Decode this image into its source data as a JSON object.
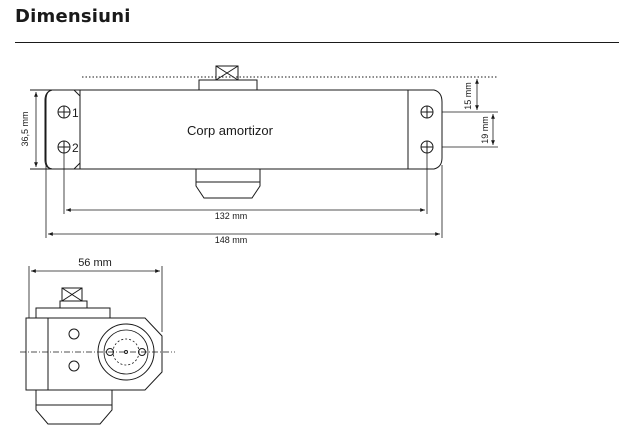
{
  "title": "Dimensiuni",
  "front_view": {
    "body_label": "Corp amortizor",
    "port_1": "1",
    "port_2": "2",
    "dim_height": "36,5 mm",
    "dim_top": "15 mm",
    "dim_holes": "19 mm",
    "dim_inner": "132 mm",
    "dim_outer": "148 mm"
  },
  "side_view": {
    "dim_width": "56 mm"
  }
}
